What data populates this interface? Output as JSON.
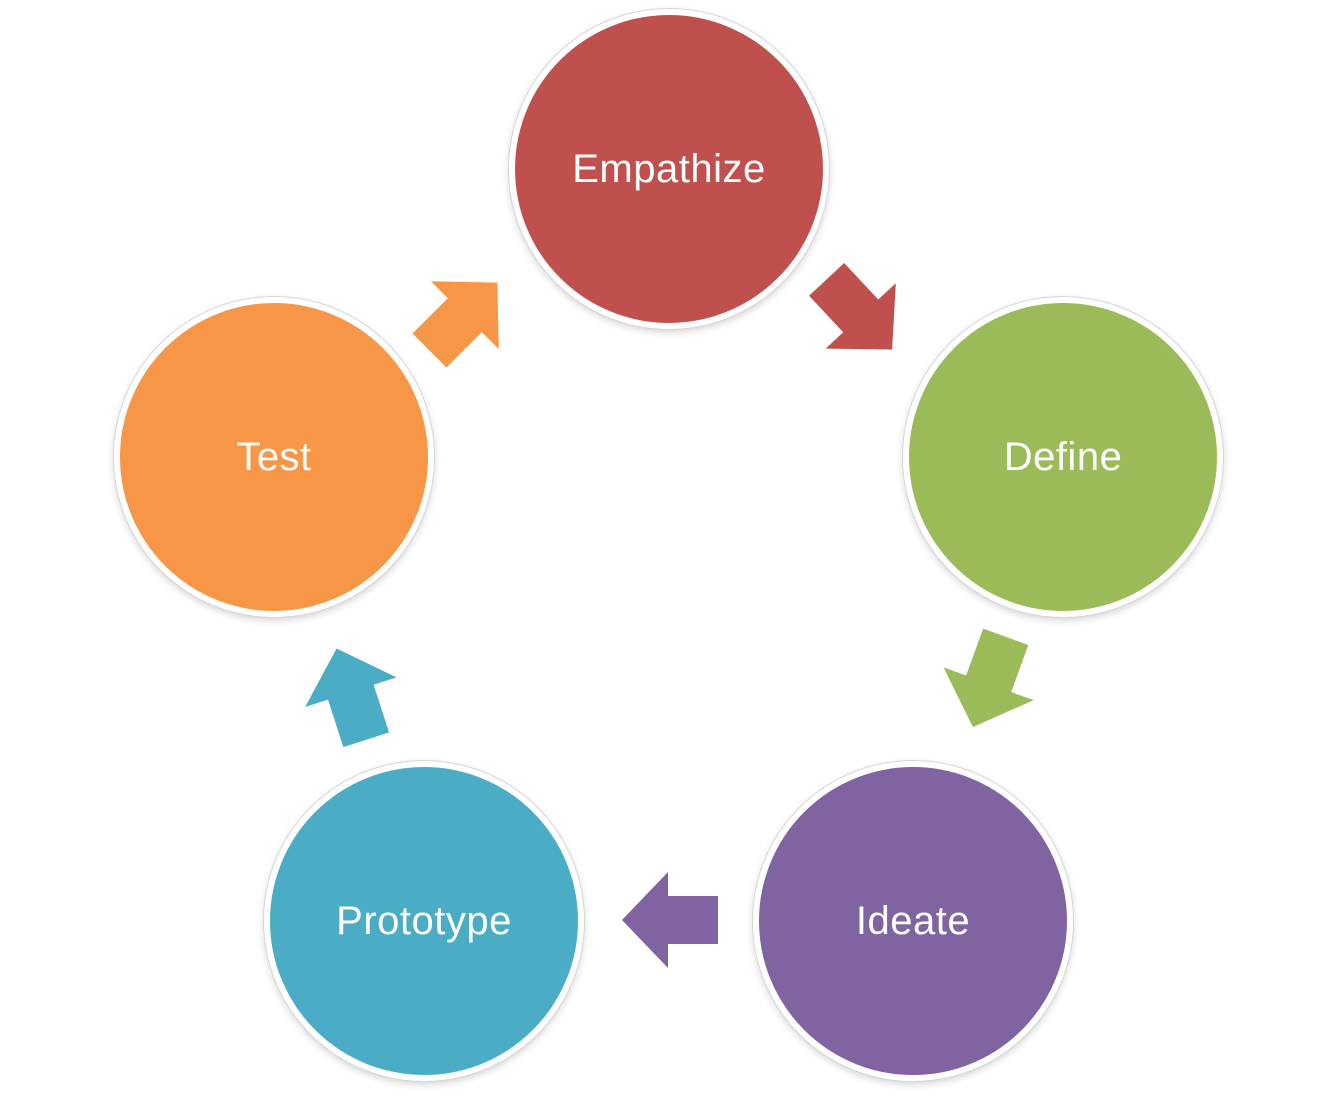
{
  "stages": [
    {
      "label": "Empathize",
      "color": "#C0504D"
    },
    {
      "label": "Define",
      "color": "#9BBB59"
    },
    {
      "label": "Ideate",
      "color": "#8064A2"
    },
    {
      "label": "Prototype",
      "color": "#4BACC6"
    },
    {
      "label": "Test",
      "color": "#F79646"
    }
  ],
  "arrows": [
    {
      "from": "Empathize",
      "to": "Define",
      "color": "#C0504D"
    },
    {
      "from": "Define",
      "to": "Ideate",
      "color": "#9BBB59"
    },
    {
      "from": "Ideate",
      "to": "Prototype",
      "color": "#8064A2"
    },
    {
      "from": "Prototype",
      "to": "Test",
      "color": "#4BACC6"
    },
    {
      "from": "Test",
      "to": "Empathize",
      "color": "#F79646"
    }
  ]
}
